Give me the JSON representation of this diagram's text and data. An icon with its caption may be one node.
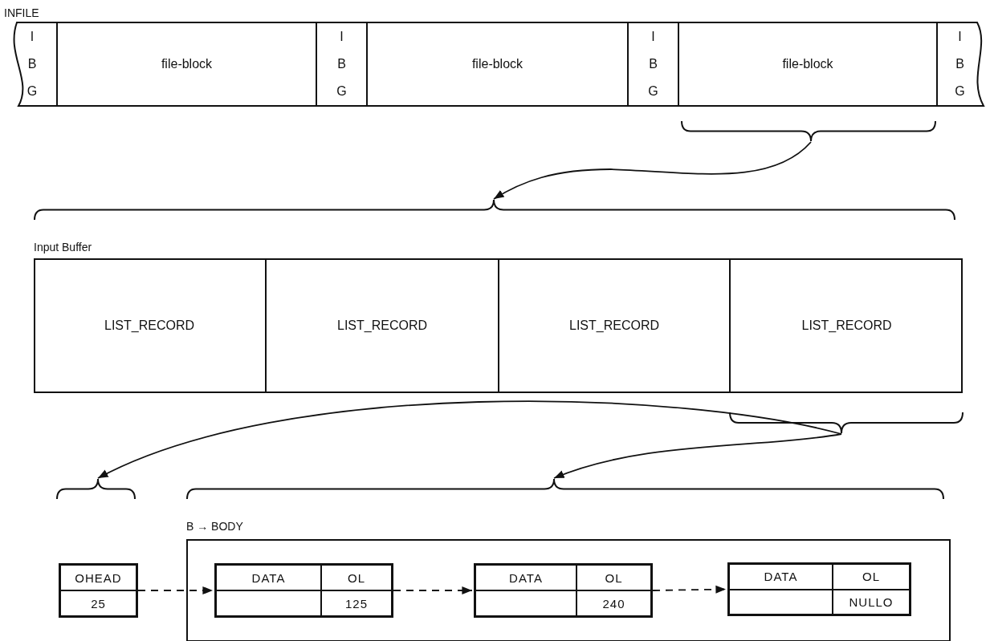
{
  "diagram": {
    "nodes": [
      {
        "text": [
          "INFILE"
        ]
      },
      {
        "text": [
          "I B G"
        ],
        "in": 0
      },
      {
        "text": [
          "file-block"
        ],
        "in": 0
      },
      {
        "text": [
          "I B G"
        ],
        "in": 0
      },
      {
        "text": [
          "file-block"
        ],
        "in": 0
      },
      {
        "text": [
          "I B G"
        ],
        "in": 0
      },
      {
        "text": [
          "file-block"
        ],
        "in": 0
      },
      {
        "text": [
          "I B G"
        ],
        "in": 0
      },
      {
        "text": [],
        "shape": "brace"
      },
      {
        "text": [],
        "shape": "brace"
      },
      {
        "text": [
          "Input Buffer"
        ]
      },
      {
        "text": [
          "LIST_RECORD"
        ],
        "in": 10
      },
      {
        "text": [
          "LIST_RECORD"
        ],
        "in": 10
      },
      {
        "text": [
          "LIST_RECORD"
        ],
        "in": 10
      },
      {
        "text": [
          "LIST_RECORD"
        ],
        "in": 10
      },
      {
        "text": [],
        "shape": "brace"
      },
      {
        "text": [],
        "shape": "brace"
      },
      {
        "text": [],
        "shape": "brace"
      },
      {
        "text": [
          "B → BODY"
        ]
      },
      {
        "text": [
          "OHEAD",
          "25"
        ]
      },
      {
        "text": [
          "DATA",
          "OL",
          "125"
        ],
        "in": 18
      },
      {
        "text": [
          "DATA",
          "OL",
          "240"
        ],
        "in": 18
      },
      {
        "text": [
          "DATA",
          "OL",
          "NULLO"
        ],
        "in": 18
      }
    ],
    "edges": [
      {
        "from": 8,
        "to": 9,
        "arrow": "to"
      },
      {
        "from": 15,
        "to": 16,
        "arrow": "to"
      },
      {
        "from": 15,
        "to": 17,
        "arrow": "to"
      },
      {
        "from": 19,
        "to": 20,
        "arrow": "to",
        "style": "dashed"
      },
      {
        "from": 20,
        "to": 21,
        "arrow": "to",
        "style": "dashed"
      },
      {
        "from": 21,
        "to": 22,
        "arrow": "to",
        "style": "dashed"
      }
    ]
  }
}
